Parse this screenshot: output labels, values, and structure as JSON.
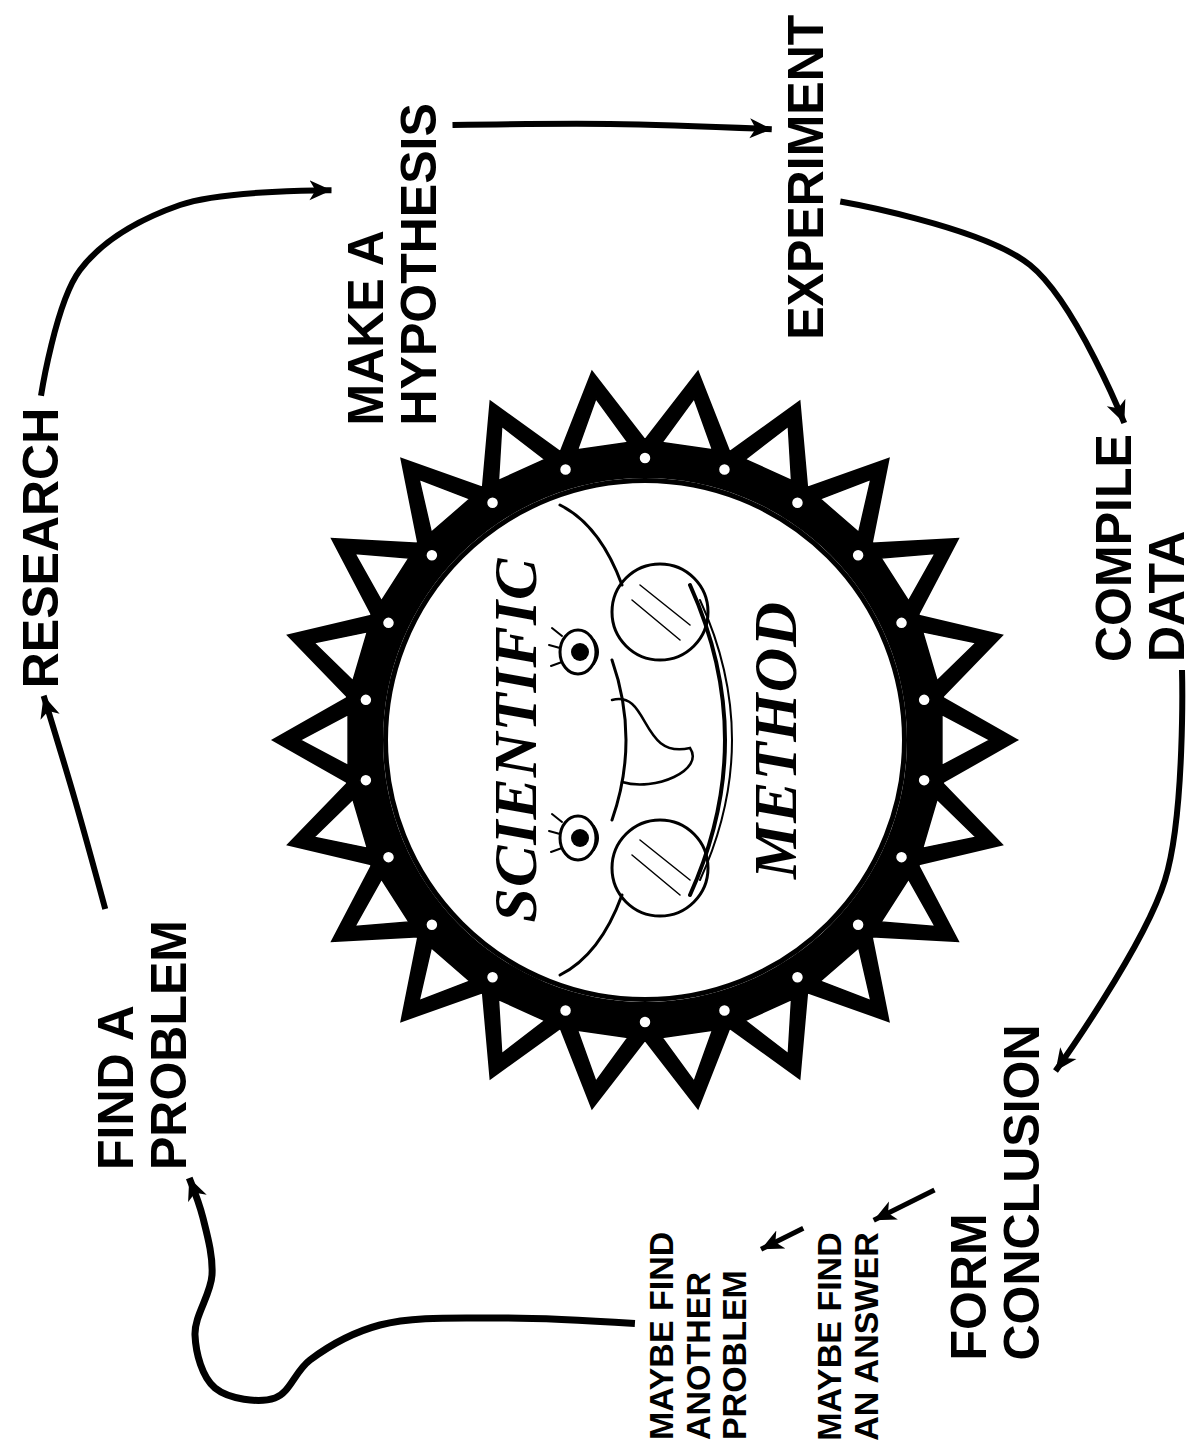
{
  "diagram": {
    "nodes": [
      {
        "text": [
          "SCIENTIFIC METHOD"
        ]
      },
      {
        "text": [
          "FIND A PROBLEM"
        ]
      },
      {
        "text": [
          "RESEARCH"
        ]
      },
      {
        "text": [
          "MAKE A HYPOTHESIS"
        ]
      },
      {
        "text": [
          "EXPERIMENT"
        ]
      },
      {
        "text": [
          "COMPILE DATA"
        ]
      },
      {
        "text": [
          "FORM CONCLUSION"
        ]
      },
      {
        "text": [
          "MAYBE FIND AN ANSWER"
        ]
      },
      {
        "text": [
          "MAYBE FIND ANOTHER PROBLEM"
        ]
      }
    ],
    "edges": [
      {
        "from": 1,
        "to": 2,
        "arrow": "to"
      },
      {
        "from": 2,
        "to": 3,
        "arrow": "to"
      },
      {
        "from": 3,
        "to": 4,
        "arrow": "to"
      },
      {
        "from": 4,
        "to": 5,
        "arrow": "to"
      },
      {
        "from": 5,
        "to": 6,
        "arrow": "to"
      },
      {
        "from": 6,
        "to": 7,
        "arrow": "to"
      },
      {
        "from": 7,
        "to": 8,
        "arrow": "to"
      },
      {
        "from": 8,
        "to": 1,
        "arrow": "to"
      }
    ]
  }
}
